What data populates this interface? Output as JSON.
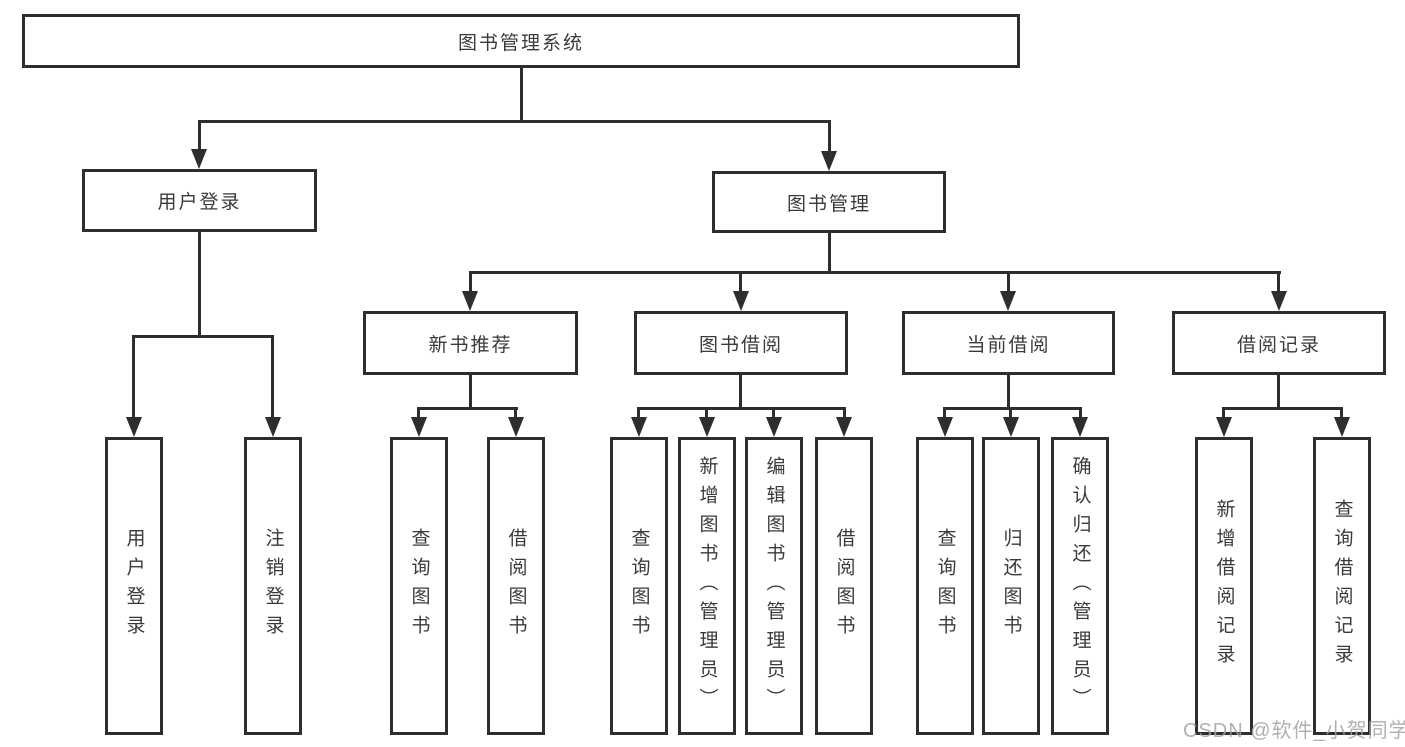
{
  "diagram": {
    "type": "tree",
    "title": "图书管理系统",
    "watermark": "CSDN @软件_小贺同学",
    "colors": {
      "line": "#2e2e2e",
      "text": "#3a3a3a",
      "box_bg": "#ffffff",
      "watermark": "#a3a3a3"
    },
    "nodes": {
      "root": {
        "label": "图书管理系统"
      },
      "level2": [
        {
          "label": "用户登录",
          "parent": "图书管理系统"
        },
        {
          "label": "图书管理",
          "parent": "图书管理系统"
        }
      ],
      "level3": [
        {
          "label": "新书推荐",
          "parent": "图书管理"
        },
        {
          "label": "图书借阅",
          "parent": "图书管理"
        },
        {
          "label": "当前借阅",
          "parent": "图书管理"
        },
        {
          "label": "借阅记录",
          "parent": "图书管理"
        }
      ],
      "leaves": [
        {
          "label": "用户登录",
          "parent": "用户登录"
        },
        {
          "label": "注销登录",
          "parent": "用户登录"
        },
        {
          "label": "查询图书",
          "parent": "新书推荐"
        },
        {
          "label": "借阅图书",
          "parent": "新书推荐"
        },
        {
          "label": "查询图书",
          "parent": "图书借阅"
        },
        {
          "label": "新增图书（管理员）",
          "parent": "图书借阅"
        },
        {
          "label": "编辑图书（管理员）",
          "parent": "图书借阅"
        },
        {
          "label": "借阅图书",
          "parent": "图书借阅"
        },
        {
          "label": "查询图书",
          "parent": "当前借阅"
        },
        {
          "label": "归还图书",
          "parent": "当前借阅"
        },
        {
          "label": "确认归还（管理员）",
          "parent": "当前借阅"
        },
        {
          "label": "新增借阅记录",
          "parent": "借阅记录"
        },
        {
          "label": "查询借阅记录",
          "parent": "借阅记录"
        }
      ]
    }
  }
}
